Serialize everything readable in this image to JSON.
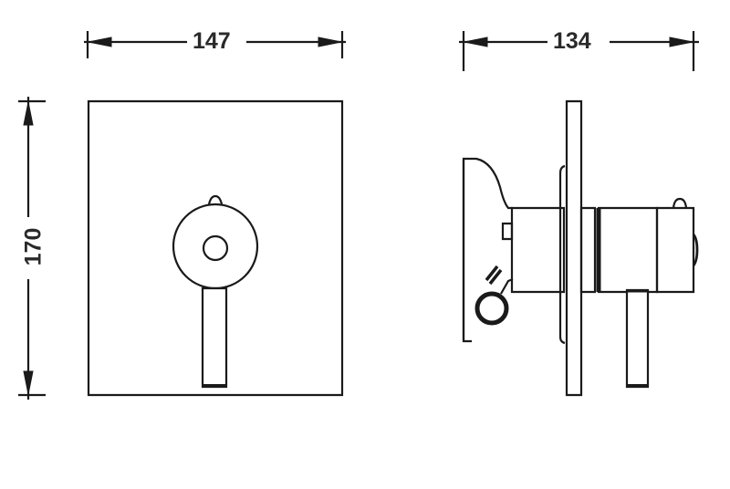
{
  "drawing": {
    "type": "technical-dimension-drawing",
    "subject": "concealed single-lever shower mixer",
    "line_color": "#1a1a1a",
    "background_color": "#ffffff",
    "views": [
      {
        "name": "front-view",
        "description": "square cover plate with round lever handle"
      },
      {
        "name": "side-view",
        "description": "profile of valve body, cover plate and lever"
      }
    ]
  },
  "dimensions": {
    "width": {
      "value": "147",
      "orientation": "horizontal",
      "applies_to": "front-view"
    },
    "height": {
      "value": "170",
      "orientation": "vertical",
      "applies_to": "front-view"
    },
    "depth": {
      "value": "134",
      "orientation": "horizontal",
      "applies_to": "side-view"
    }
  }
}
